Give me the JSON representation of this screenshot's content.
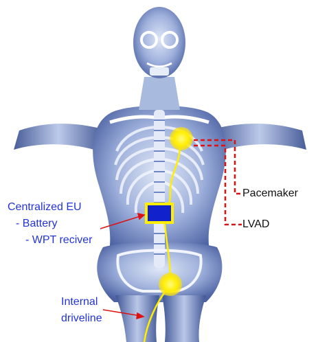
{
  "labels": {
    "pacemaker": "Pacemaker",
    "lvad": "LVAD",
    "centralized_eu": "Centralized EU",
    "battery": "- Battery",
    "wpt_receiver": "- WPT reciver",
    "internal": "Internal",
    "driveline": "driveline"
  },
  "colors": {
    "label_blue": "#2233dd",
    "device_yellow": "#ffee00",
    "eu_block": "#1122cc",
    "leader_red": "#dd1111",
    "body_blue": "#6f86c4"
  },
  "icons": {
    "figure": "human-xray-figure"
  }
}
